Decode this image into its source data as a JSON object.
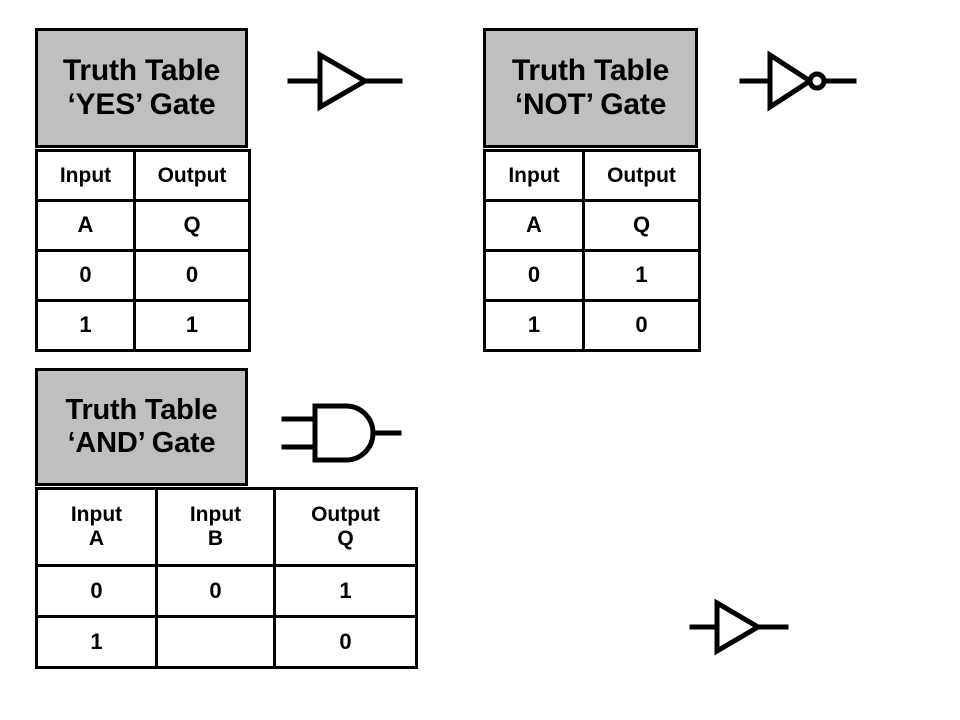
{
  "page": {
    "background_color": "#ffffff",
    "title_fill_color": "#bfbfbf",
    "line_color": "#000000"
  },
  "tables": {
    "yes": {
      "title_line1": "Truth Table",
      "title_line2": "‘YES’ Gate",
      "headers": [
        "Input",
        "Output"
      ],
      "signal_row": [
        "A",
        "Q"
      ],
      "rows": [
        [
          "0",
          "0"
        ],
        [
          "1",
          "1"
        ]
      ]
    },
    "not": {
      "title_line1": "Truth Table",
      "title_line2": "‘NOT’ Gate",
      "headers": [
        "Input",
        "Output"
      ],
      "signal_row": [
        "A",
        "Q"
      ],
      "rows": [
        [
          "0",
          "1"
        ],
        [
          "1",
          "0"
        ]
      ]
    },
    "and": {
      "title_line1": "Truth Table",
      "title_line2": "‘AND’ Gate",
      "headers": [
        "Input",
        "Input",
        "Output"
      ],
      "signal_row": [
        "A",
        "B",
        "Q"
      ],
      "rows": [
        [
          "0",
          "0",
          "1"
        ],
        [
          "1",
          "",
          "0"
        ]
      ]
    }
  },
  "symbols": {
    "buffer_top": "buffer-gate-symbol",
    "inverter": "not-gate-symbol",
    "and": "and-gate-symbol",
    "buffer_bottom": "buffer-gate-symbol"
  }
}
